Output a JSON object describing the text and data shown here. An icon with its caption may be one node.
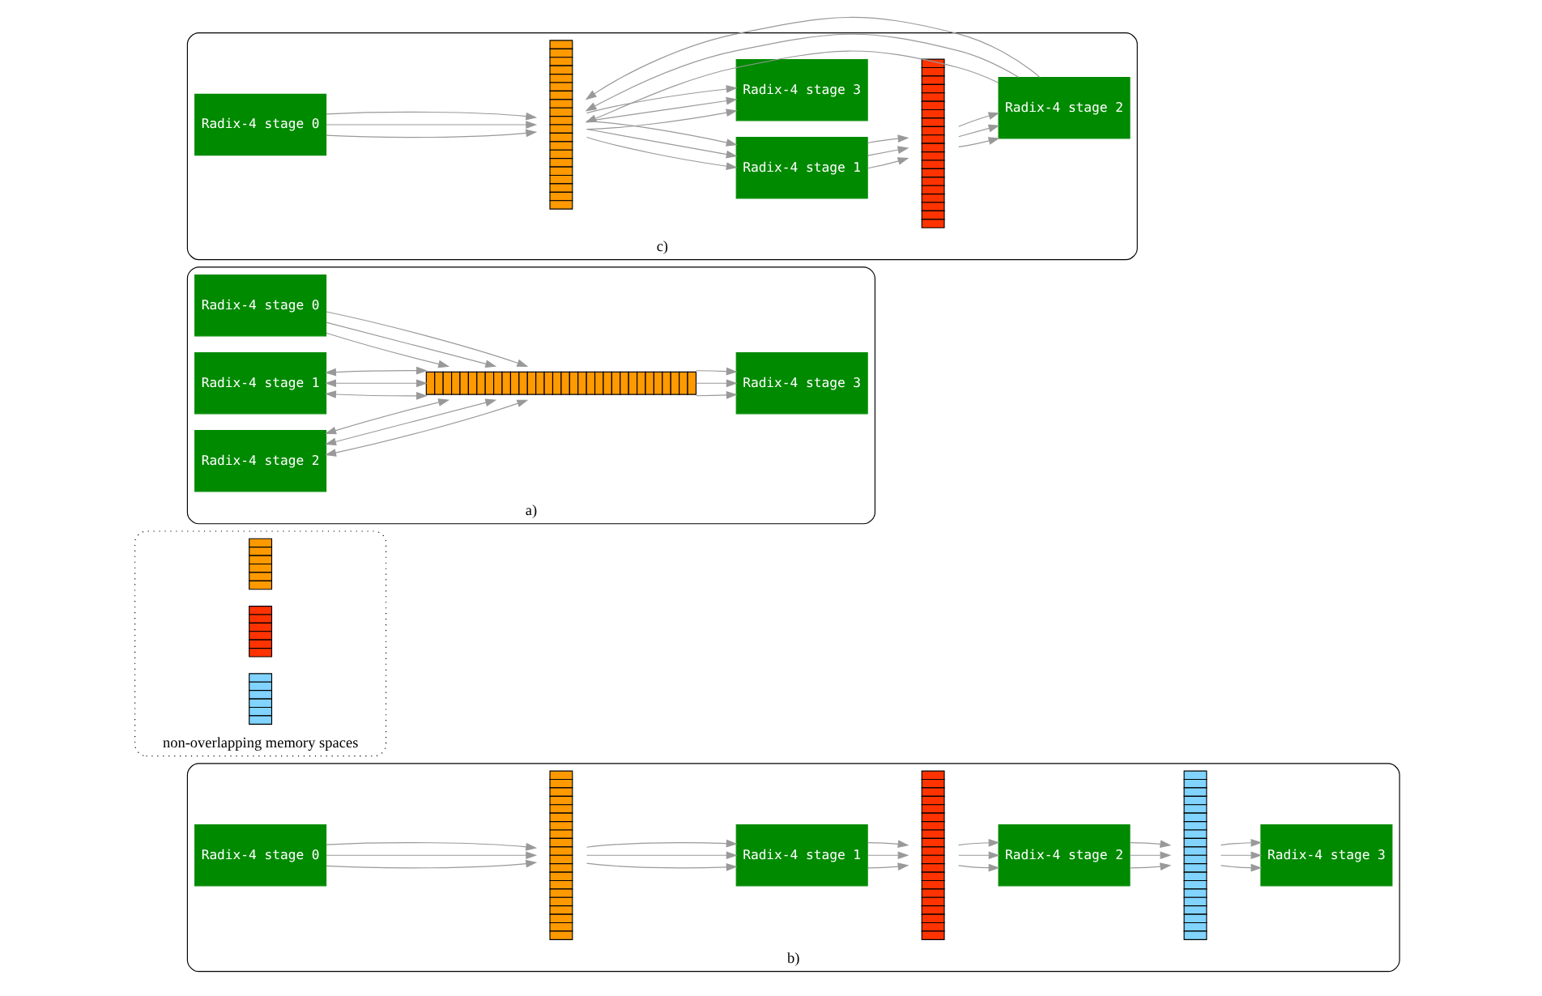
{
  "diagram": {
    "nodes": [
      {
        "text": [
          "b)"
        ]
      },
      {
        "text": [
          "Radix-4 stage 0"
        ],
        "in": 0
      },
      {
        "text": [],
        "shape": "bar",
        "in": 0
      },
      {
        "text": [
          "Radix-4 stage 1"
        ],
        "in": 0
      },
      {
        "text": [],
        "shape": "bar",
        "in": 0
      },
      {
        "text": [
          "Radix-4 stage 2"
        ],
        "in": 0
      },
      {
        "text": [],
        "shape": "bar",
        "in": 0
      },
      {
        "text": [
          "Radix-4 stage 3"
        ],
        "in": 0
      },
      {
        "text": [
          "non-overlapping memory spaces"
        ]
      },
      {
        "text": [],
        "shape": "bar",
        "in": 8
      },
      {
        "text": [],
        "shape": "bar",
        "in": 8
      },
      {
        "text": [],
        "shape": "bar",
        "in": 8
      },
      {
        "text": [
          "a)"
        ]
      },
      {
        "text": [],
        "shape": "bar",
        "in": 12
      },
      {
        "text": [
          "Radix-4 stage 0"
        ],
        "in": 12
      },
      {
        "text": [
          "Radix-4 stage 1"
        ],
        "in": 12
      },
      {
        "text": [
          "Radix-4 stage 2"
        ],
        "in": 12
      },
      {
        "text": [
          "Radix-4 stage 3"
        ],
        "in": 12
      },
      {
        "text": [
          "c)"
        ]
      },
      {
        "text": [
          "Radix-4 stage 0"
        ],
        "in": 18
      },
      {
        "text": [],
        "shape": "bar",
        "in": 18
      },
      {
        "text": [
          "Radix-4 stage 1"
        ],
        "in": 18
      },
      {
        "text": [],
        "shape": "bar",
        "in": 18
      },
      {
        "text": [
          "Radix-4 stage 3"
        ],
        "in": 18
      },
      {
        "text": [
          "Radix-4 stage 2"
        ],
        "in": 18
      }
    ],
    "edges": [
      {
        "from": 1,
        "to": 2,
        "arrow": "to"
      },
      {
        "from": 1,
        "to": 2,
        "arrow": "to"
      },
      {
        "from": 1,
        "to": 2,
        "arrow": "to"
      },
      {
        "from": 2,
        "to": 3,
        "arrow": "to"
      },
      {
        "from": 2,
        "to": 3,
        "arrow": "to"
      },
      {
        "from": 2,
        "to": 3,
        "arrow": "to"
      },
      {
        "from": 3,
        "to": 4,
        "arrow": "to"
      },
      {
        "from": 3,
        "to": 4,
        "arrow": "to"
      },
      {
        "from": 3,
        "to": 4,
        "arrow": "to"
      },
      {
        "from": 4,
        "to": 5,
        "arrow": "to"
      },
      {
        "from": 4,
        "to": 5,
        "arrow": "to"
      },
      {
        "from": 4,
        "to": 5,
        "arrow": "to"
      },
      {
        "from": 5,
        "to": 6,
        "arrow": "to"
      },
      {
        "from": 5,
        "to": 6,
        "arrow": "to"
      },
      {
        "from": 5,
        "to": 6,
        "arrow": "to"
      },
      {
        "from": 6,
        "to": 7,
        "arrow": "to"
      },
      {
        "from": 6,
        "to": 7,
        "arrow": "to"
      },
      {
        "from": 6,
        "to": 7,
        "arrow": "to"
      },
      {
        "from": 14,
        "to": 13,
        "arrow": "to"
      },
      {
        "from": 14,
        "to": 13,
        "arrow": "to"
      },
      {
        "from": 14,
        "to": 13,
        "arrow": "to"
      },
      {
        "from": 15,
        "to": 13,
        "arrow": "both"
      },
      {
        "from": 15,
        "to": 13,
        "arrow": "both"
      },
      {
        "from": 15,
        "to": 13,
        "arrow": "both"
      },
      {
        "from": 16,
        "to": 13,
        "arrow": "both"
      },
      {
        "from": 16,
        "to": 13,
        "arrow": "both"
      },
      {
        "from": 16,
        "to": 13,
        "arrow": "both"
      },
      {
        "from": 13,
        "to": 17,
        "arrow": "to"
      },
      {
        "from": 13,
        "to": 17,
        "arrow": "to"
      },
      {
        "from": 13,
        "to": 17,
        "arrow": "to"
      },
      {
        "from": 19,
        "to": 20,
        "arrow": "to"
      },
      {
        "from": 19,
        "to": 20,
        "arrow": "to"
      },
      {
        "from": 19,
        "to": 20,
        "arrow": "to"
      },
      {
        "from": 20,
        "to": 21,
        "arrow": "to"
      },
      {
        "from": 20,
        "to": 21,
        "arrow": "to"
      },
      {
        "from": 20,
        "to": 21,
        "arrow": "to"
      },
      {
        "from": 21,
        "to": 22,
        "arrow": "to"
      },
      {
        "from": 21,
        "to": 22,
        "arrow": "to"
      },
      {
        "from": 21,
        "to": 22,
        "arrow": "to"
      },
      {
        "from": 22,
        "to": 24,
        "arrow": "to"
      },
      {
        "from": 22,
        "to": 24,
        "arrow": "to"
      },
      {
        "from": 22,
        "to": 24,
        "arrow": "to"
      },
      {
        "from": 24,
        "to": 20,
        "arrow": "to"
      },
      {
        "from": 24,
        "to": 20,
        "arrow": "to"
      },
      {
        "from": 24,
        "to": 20,
        "arrow": "to"
      },
      {
        "from": 20,
        "to": 23,
        "arrow": "to"
      },
      {
        "from": 20,
        "to": 23,
        "arrow": "to"
      },
      {
        "from": 20,
        "to": 23,
        "arrow": "to"
      }
    ]
  }
}
